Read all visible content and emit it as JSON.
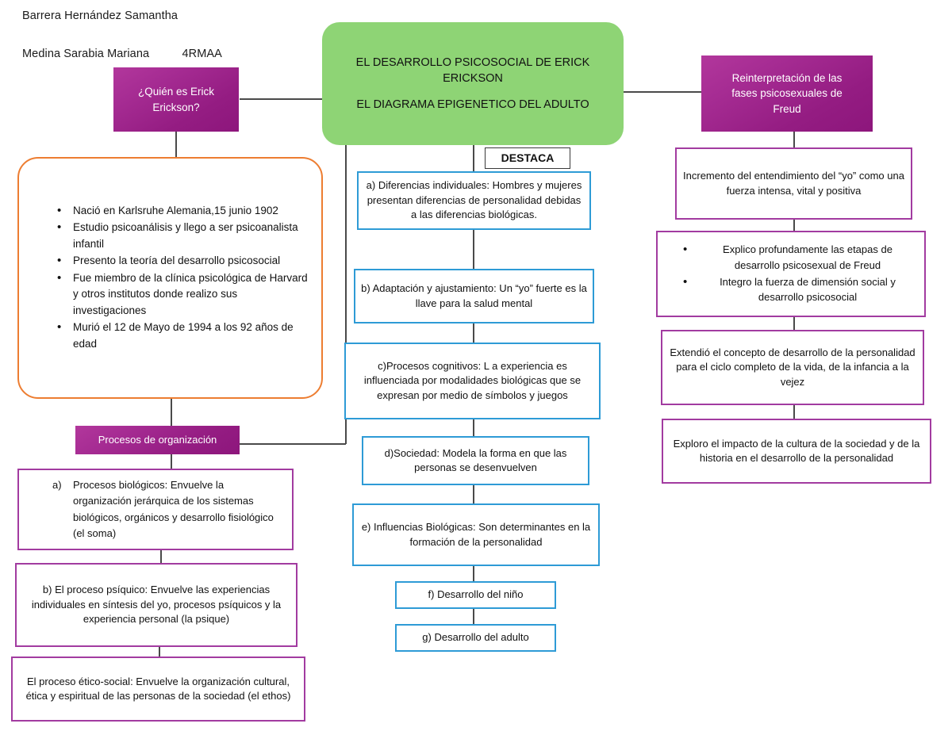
{
  "header": {
    "author_line_1": "Barrera Hernández Samantha",
    "author_line_2": "Medina Sarabia Mariana          4RMAA"
  },
  "colors": {
    "purple_fill": "#A62C93",
    "green_fill": "#8ED475",
    "orange_border": "#ED7D31",
    "magenta_border": "#A23BA0",
    "blue_border": "#2E9BD6",
    "connector": "#4A4A4A"
  },
  "center": {
    "title_line_1": "EL DESARROLLO PSICOSOCIAL DE ERICK",
    "title_line_2": "ERICKSON",
    "title_line_3": "EL DIAGRAMA EPIGENETICO DEL ADULTO",
    "destaca_label": "DESTACA",
    "items": [
      "a) Diferencias individuales: Hombres y mujeres presentan diferencias de personalidad debidas a las diferencias biológicas.",
      "b) Adaptación y ajustamiento: Un “yo” fuerte es la llave para la salud mental",
      "c)Procesos cognitivos: L a experiencia es influenciada por modalidades biológicas que se expresan por medio de símbolos y juegos",
      "d)Sociedad: Modela la forma en que las personas se desenvuelven",
      "e) Influencias Biológicas: Son determinantes en la formación de la personalidad",
      "f) Desarrollo del niño",
      "g) Desarrollo del adulto"
    ]
  },
  "left": {
    "who_title_line_1": "¿Quién es Erick",
    "who_title_line_2": "Erickson?",
    "bio_bullets": [
      "Nació en Karlsruhe Alemania,15 junio 1902",
      "Estudio psicoanálisis y llego a ser psicoanalista infantil",
      "Presento la teoría del desarrollo psicosocial",
      "Fue miembro de la clínica psicológica de Harvard y otros institutos donde realizo sus investigaciones",
      "Murió  el 12 de Mayo de 1994 a los 92 años de edad"
    ],
    "procesos_title": "Procesos de organización",
    "proceso_a_marker": "a)",
    "proceso_a": "Procesos biológicos: Envuelve la organización jerárquica de los sistemas biológicos, orgánicos y desarrollo fisiológico (el soma)",
    "proceso_b": "b) El proceso psíquico: Envuelve las experiencias individuales en síntesis del yo, procesos psíquicos y la experiencia personal (la psique)",
    "proceso_c": "El proceso ético-social: Envuelve la organización cultural, ética y espiritual de las personas de la sociedad (el ethos)"
  },
  "right": {
    "reinterpretation_line_1": "Reinterpretación de las",
    "reinterpretation_line_2": "fases psicosexuales de",
    "reinterpretation_line_3": "Freud",
    "box_1": "Incremento del entendimiento del “yo” como una fuerza intensa, vital y positiva",
    "box_2_bullets": [
      "Explico profundamente las etapas de desarrollo psicosexual de Freud",
      "Integro la fuerza de dimensión social y desarrollo psicosocial"
    ],
    "box_3": "Extendió el concepto de desarrollo de la personalidad para el ciclo completo de la vida, de la infancia a la vejez",
    "box_4": "Exploro el impacto de la cultura de la sociedad y de la historia en el desarrollo de la personalidad"
  }
}
